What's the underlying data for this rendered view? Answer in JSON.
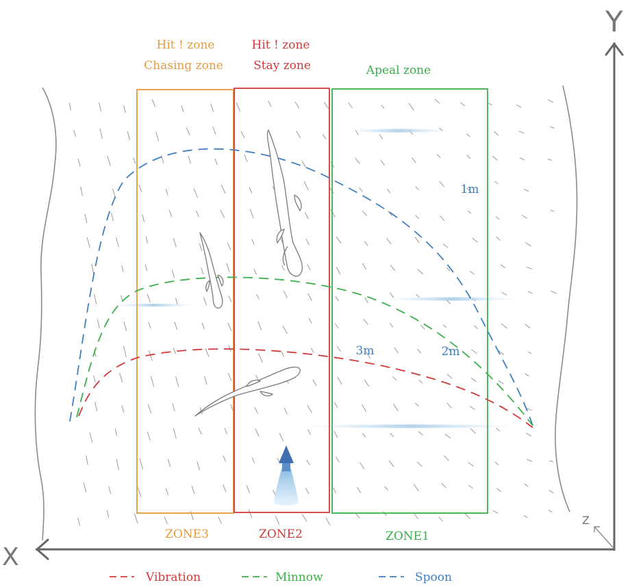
{
  "axes": {
    "y_label": "Y",
    "x_label": "X",
    "z_label": "Z"
  },
  "zones": [
    {
      "id": "zone3",
      "top_line1": "Hit ! zone",
      "top_line2": "Chasing zone",
      "bottom_label": "ZONE3",
      "color": "#e89a3c"
    },
    {
      "id": "zone2",
      "top_line1": "Hit ! zone",
      "top_line2": "Stay zone",
      "bottom_label": "ZONE2",
      "color": "#d23a3a"
    },
    {
      "id": "zone1",
      "top_line1": "Apeal zone",
      "top_line2": "",
      "bottom_label": "ZONE1",
      "color": "#3bb04a"
    }
  ],
  "distance_labels": {
    "spoon": "1m",
    "minnow": "2m",
    "vibration": "3m",
    "color": "#3f7fc0"
  },
  "legend": [
    {
      "label": "Vibration",
      "color": "#d23a3a"
    },
    {
      "label": "Minnow",
      "color": "#3bb04a"
    },
    {
      "label": "Spoon",
      "color": "#3f7fc0"
    }
  ],
  "flow_arrow_color": "#3f6fb0"
}
